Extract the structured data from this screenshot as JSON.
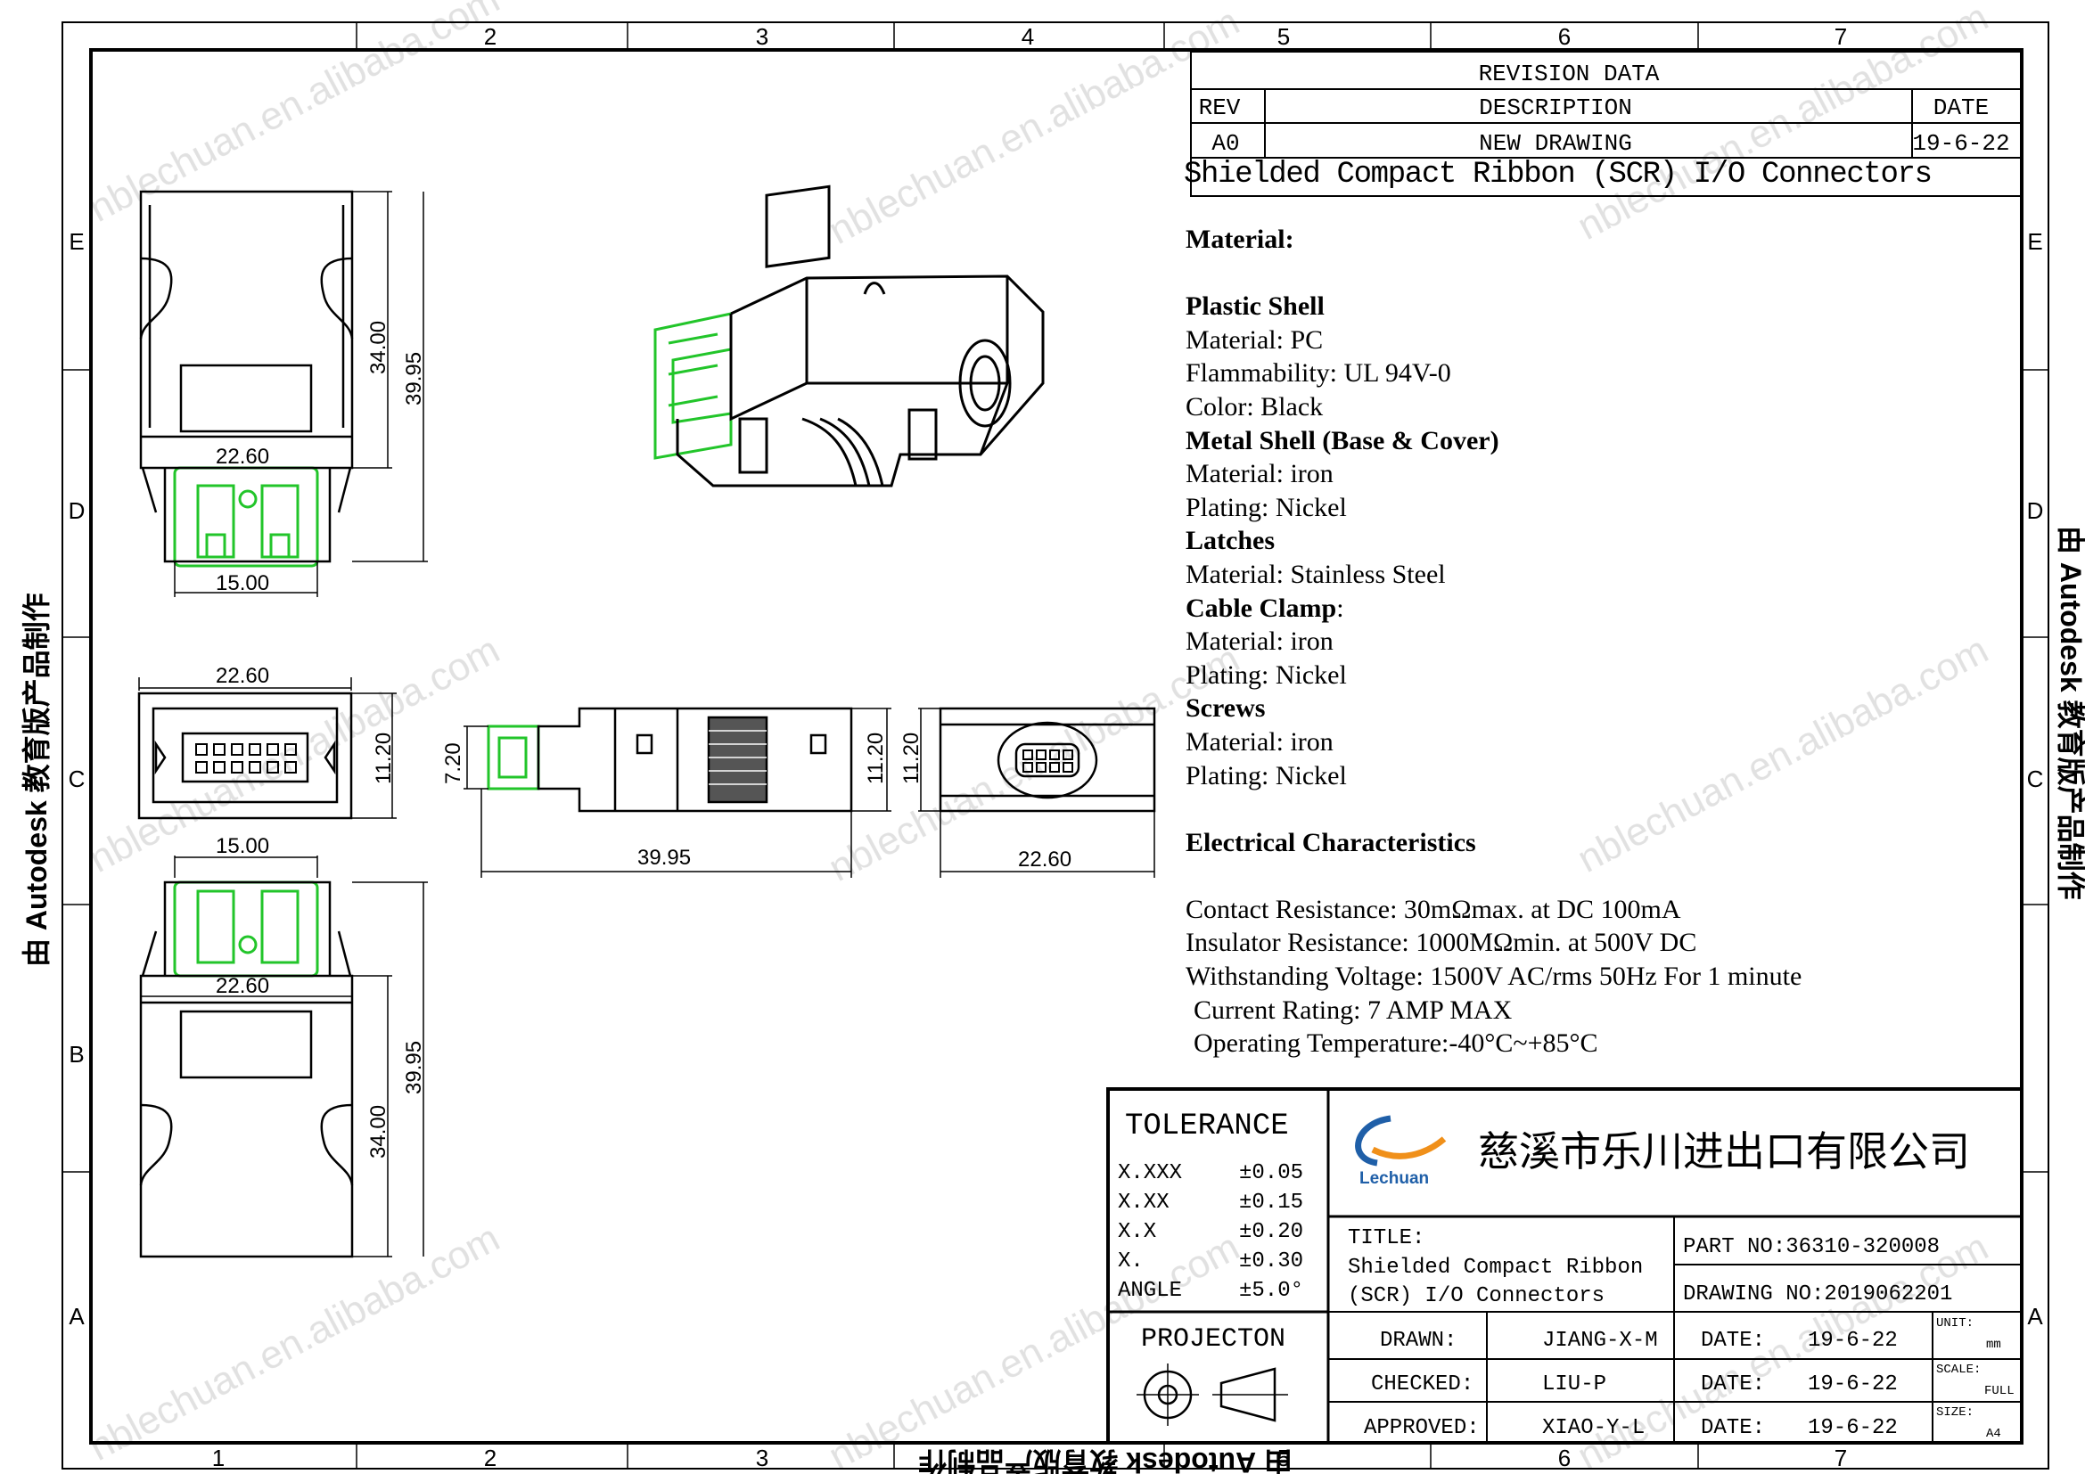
{
  "zone_columns": [
    "1",
    "2",
    "3",
    "4",
    "5",
    "6",
    "7"
  ],
  "zone_rows": [
    "E",
    "D",
    "C",
    "B",
    "A"
  ],
  "side_text": "由 Autodesk 教育版产品制作",
  "revision": {
    "header": "REVISION DATA",
    "col_rev": "REV",
    "col_desc": "DESCRIPTION",
    "col_date": "DATE",
    "rev": "A0",
    "desc": "NEW DRAWING",
    "date": "19-6-22"
  },
  "product_heading": "Shielded Compact Ribbon (SCR) I/O Connectors",
  "spec": {
    "material_title": "Material:",
    "plastic_shell": "Plastic Shell",
    "plastic_material": "Material: PC",
    "plastic_flammability": "Flammability: UL 94V-0",
    "plastic_color": "Color: Black",
    "metal_shell": "Metal Shell (Base & Cover)",
    "metal_material": "Material: iron",
    "metal_plating": "Plating: Nickel",
    "latches": "Latches",
    "latches_material": "Material: Stainless Steel",
    "cable_clamp": "Cable Clamp",
    "cable_clamp_colon": ":",
    "clamp_material": "Material: iron",
    "clamp_plating": "Plating: Nickel",
    "screws": "Screws",
    "screws_material": "Material: iron",
    "screws_plating": "Plating: Nickel",
    "electrical_title": "Electrical Characteristics",
    "contact_resistance": "Contact Resistance: 30mΩmax. at DC 100mA",
    "insulator_resistance": "Insulator Resistance: 1000MΩmin. at 500V DC",
    "withstanding_voltage": "Withstanding Voltage: 1500V AC/rms 50Hz For 1 minute",
    "current_rating": "Current Rating: 7 AMP MAX",
    "operating_temperature": "Operating Temperature:-40°C~+85°C"
  },
  "dimensions": {
    "top_width": "22.60",
    "top_h1": "34.00",
    "top_h2": "39.95",
    "top_latch": "15.00",
    "front_width": "22.60",
    "front_height": "11.20",
    "side_plug": "7.20",
    "side_length": "39.95",
    "side_height": "11.20",
    "end_height": "11.20",
    "end_width": "22.60",
    "bottom_latch": "15.00",
    "bottom_width": "22.60",
    "bottom_h1": "34.00",
    "bottom_h2": "39.95"
  },
  "title_block": {
    "tolerance_title": "TOLERANCE",
    "tolerances": [
      {
        "label": "X.XXX",
        "value": "±0.05"
      },
      {
        "label": "X.XX",
        "value": "±0.15"
      },
      {
        "label": "X.X",
        "value": "±0.20"
      },
      {
        "label": "X.",
        "value": "±0.30"
      },
      {
        "label": "ANGLE",
        "value": "±5.0°"
      }
    ],
    "projection_title": "PROJECTON",
    "logo_text": "Lechuan",
    "company": "慈溪市乐川进出口有限公司",
    "title_label": "TITLE:",
    "title_line1": "Shielded Compact Ribbon",
    "title_line2": "(SCR) I/O Connectors",
    "part_no": "PART NO:36310-320008",
    "drawing_no": "DRAWING NO:2019062201",
    "drawn_label": "DRAWN:",
    "drawn_by": "JIANG-X-M",
    "checked_label": "CHECKED:",
    "checked_by": "LIU-P",
    "approved_label": "APPROVED:",
    "approved_by": "XIAO-Y-L",
    "date_label": "DATE:",
    "drawn_date": "19-6-22",
    "checked_date": "19-6-22",
    "approved_date": "19-6-22",
    "unit_label": "UNIT:",
    "unit_value": "mm",
    "scale_label": "SCALE:",
    "scale_value": "FULL",
    "size_label": "SIZE:",
    "size_value": "A4"
  },
  "watermark": "nblechuan.en.alibaba.com",
  "colors": {
    "accent_green": "#22c52a",
    "line": "#000000",
    "watermark": "#c8c8c8",
    "logo_blue": "#1f5fa8",
    "logo_orange": "#f0901a"
  }
}
